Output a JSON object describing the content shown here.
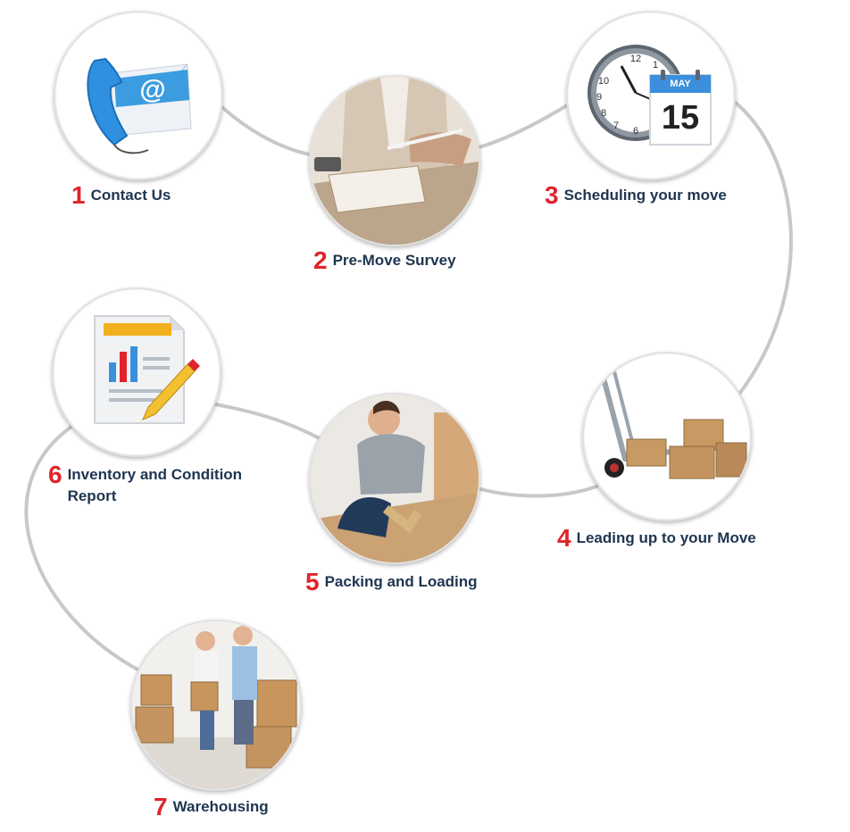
{
  "steps": [
    {
      "number": "1",
      "title": "Contact Us",
      "icon": "phone-email-icon"
    },
    {
      "number": "2",
      "title": "Pre-Move Survey",
      "icon": "survey-photo"
    },
    {
      "number": "3",
      "title": "Scheduling your move",
      "icon": "clock-calendar-icon",
      "calendar_month": "MAY",
      "calendar_day": "15"
    },
    {
      "number": "4",
      "title": "Leading up to your Move",
      "icon": "hand-truck-boxes-icon"
    },
    {
      "number": "5",
      "title": "Packing and Loading",
      "icon": "packing-photo"
    },
    {
      "number": "6",
      "title": "Inventory and Condition Report",
      "icon": "report-pencil-icon"
    },
    {
      "number": "7",
      "title": "Warehousing",
      "icon": "family-boxes-photo"
    }
  ],
  "colors": {
    "number": "#e0242a",
    "title": "#1e3550",
    "connector": "#c8c8c8"
  }
}
